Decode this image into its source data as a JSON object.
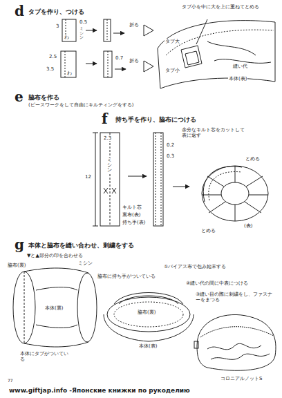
{
  "diagram": {
    "labels": [
      "d",
      "タブを作り、つける",
      "3",
      "わ",
      "0.5",
      "ミシン",
      "2.5",
      "3.5",
      "わ",
      "0.7",
      "折る",
      "折る",
      "タブ大",
      "タブ小",
      "タブ小を中に大を上に重ねてとめる",
      "縫い代",
      "本体(表)",
      "e",
      "脇布を作る",
      "(ピースワークをして自由にキルティングをする)",
      "f",
      "持ち手を作り、脇布につける",
      "2.3",
      "ミシン",
      "12",
      "キルト芯",
      "裏布(表)",
      "持ち手(表)",
      "0.2",
      "0.3",
      "余分なキルト芯をカットして表に返す",
      "とめる",
      "とめる",
      "(表)",
      "g",
      "本体と脇布を縫い合わせ、刺繍をする",
      "▼と▲部分の印を合わせる",
      "脇布(裏)",
      "ミシン",
      "本体(裏)",
      "本体にタブがついている",
      "①バイアス布で包み始末する",
      "脇布に持ち手がついている",
      "②縫い代の間に中表につける",
      "③縫い目の際に刺繍をし、ファスナーをまつる",
      "脇布(裏)",
      "本体(表)",
      "コロニアルノットS",
      "77",
      "www.giftjap.info -Японские книжки по рукоделию"
    ]
  }
}
